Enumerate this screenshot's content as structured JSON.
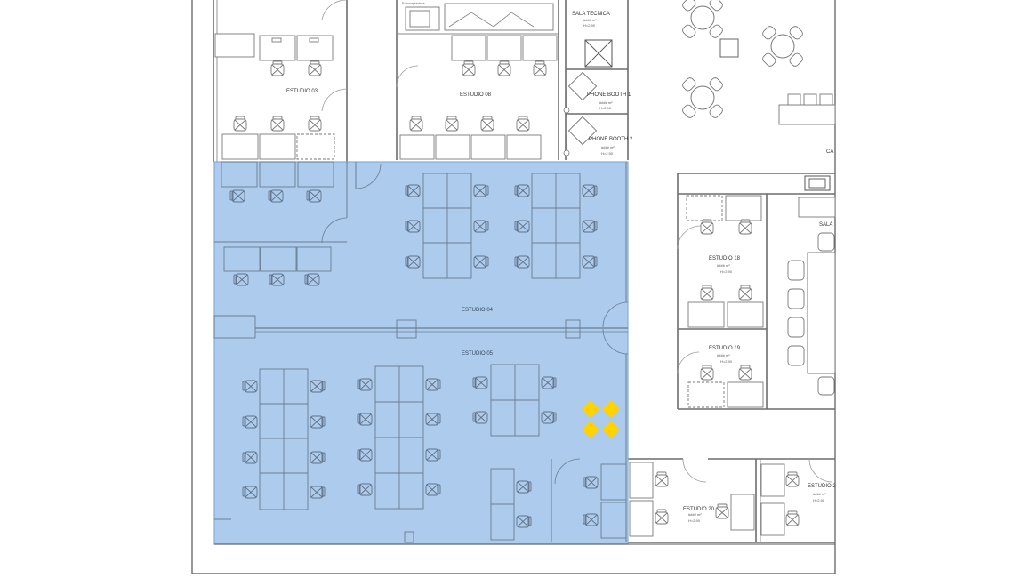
{
  "colors": {
    "highlight_fill": "#a9c9eb",
    "highlight_stroke": "#7fa8d6",
    "marker": "#ffd200",
    "wall": "#6d6d6d"
  },
  "rooms": {
    "estudio_03": "ESTUDIO 03",
    "estudio_08": "ESTUDIO 08",
    "estudio_04": "ESTUDIO 04",
    "estudio_05": "ESTUDIO 05",
    "estudio_18": "ESTUDIO 18",
    "estudio_19": "ESTUDIO 19",
    "estudio_20": "ESTUDIO 20",
    "estudio_21": "ESTUDIO 2",
    "sala_tecnica": "SALA TECNICA",
    "phone_booth_1": "PHONE BOOTH 1",
    "phone_booth_2": "PHONE BOOTH 2",
    "fotocopiadora": "Fotocopiadora",
    "sala": "SALA",
    "cafe": "CA"
  },
  "room_details": {
    "area": "#### m²",
    "height": "H=2.90"
  },
  "icons": {
    "chair": "office-chair-icon",
    "desk": "desk-icon",
    "marker": "yellow-diamond-marker-icon"
  }
}
